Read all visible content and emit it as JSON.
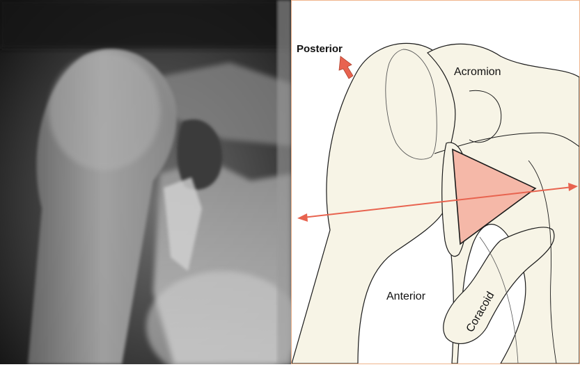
{
  "labels": {
    "posterior": "Posterior",
    "acromion": "Acromion",
    "anterior": "Anterior",
    "coracoid": "Coracoid"
  },
  "colors": {
    "bone_fill": "#f7f4e6",
    "outline": "#1a1a1a",
    "accent": "#e8634f",
    "triangle_fill": "#f5b8a8",
    "border": "#f0b48c"
  }
}
